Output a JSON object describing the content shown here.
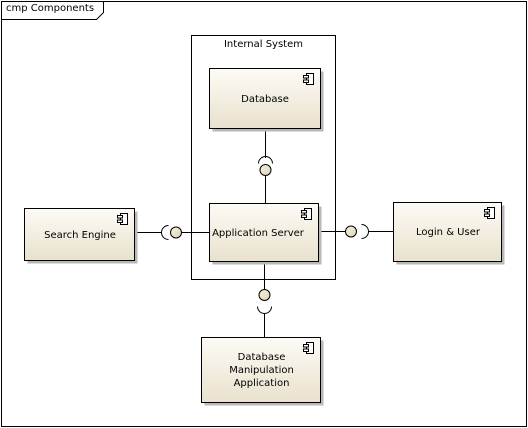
{
  "frame": {
    "title": "cmp Components"
  },
  "boundary": {
    "label": "Internal System"
  },
  "components": {
    "database": {
      "label": "Database"
    },
    "application_server": {
      "label": "Application Server"
    },
    "search_engine": {
      "label": "Search Engine"
    },
    "login_user": {
      "label": "Login & User"
    },
    "db_manipulation": {
      "lines": [
        "Database",
        "Manipulation",
        "Application"
      ]
    }
  },
  "colors": {
    "component_fill_top": "#fdfbf6",
    "component_fill_bottom": "#e9e1cd",
    "stroke": "#000000",
    "shadow": "#b8b8b8",
    "lollipop_fill_top": "#f6f1e2",
    "lollipop_fill_bottom": "#ddd3b8"
  }
}
